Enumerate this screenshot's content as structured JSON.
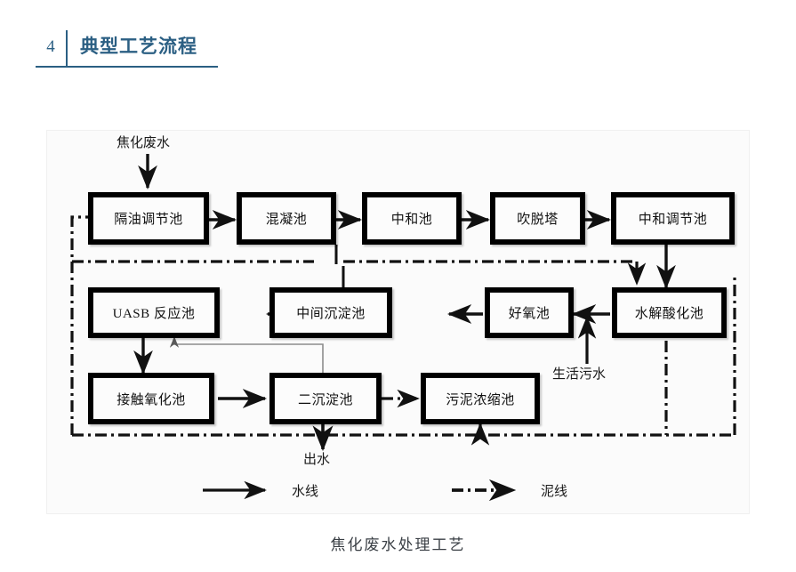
{
  "header": {
    "number": "4",
    "title": "典型工艺流程",
    "accent_color": "#2b5f83"
  },
  "figure": {
    "caption": "焦化废水处理工艺",
    "background": "#fbfbfb"
  },
  "diagram": {
    "inputs": [
      {
        "id": "influent",
        "label": "焦化废水"
      },
      {
        "id": "domestic-sewage",
        "label": "生活污水"
      }
    ],
    "outputs": [
      {
        "id": "effluent",
        "label": "出水"
      }
    ],
    "nodes": [
      {
        "id": "oil-separation-equalization",
        "label": "隔油调节池",
        "row": 1,
        "order": 1
      },
      {
        "id": "coagulation",
        "label": "混凝池",
        "row": 1,
        "order": 2
      },
      {
        "id": "neutralization",
        "label": "中和池",
        "row": 1,
        "order": 3
      },
      {
        "id": "stripping-tower",
        "label": "吹脱塔",
        "row": 1,
        "order": 4
      },
      {
        "id": "neutralization-equalization",
        "label": "中和调节池",
        "row": 1,
        "order": 5
      },
      {
        "id": "uasb-reactor",
        "label": "UASB 反应池",
        "row": 2,
        "order": 1
      },
      {
        "id": "intermediate-sedimentation",
        "label": "中间沉淀池",
        "row": 2,
        "order": 2
      },
      {
        "id": "aerobic",
        "label": "好氧池",
        "row": 2,
        "order": 3
      },
      {
        "id": "hydrolysis-acidification",
        "label": "水解酸化池",
        "row": 2,
        "order": 4
      },
      {
        "id": "contact-oxidation",
        "label": "接触氧化池",
        "row": 3,
        "order": 1
      },
      {
        "id": "secondary-sedimentation",
        "label": "二沉淀池",
        "row": 3,
        "order": 2
      },
      {
        "id": "sludge-thickener",
        "label": "污泥浓缩池",
        "row": 3,
        "order": 3
      }
    ],
    "legend": [
      {
        "id": "water-line",
        "label": "水线",
        "style": "solid"
      },
      {
        "id": "sludge-line",
        "label": "泥线",
        "style": "dash-dot"
      }
    ],
    "line_color": "#111111",
    "recycle_line_color": "#8c8c8c"
  },
  "chart_data": {
    "type": "diagram",
    "title": "焦化废水处理工艺",
    "flow_water_line": [
      "焦化废水 → 隔油调节池",
      "隔油调节池 → 混凝池",
      "混凝池 → 中和池",
      "中和池 → 吹脱塔",
      "吹脱塔 → 中和调节池",
      "中和调节池 → 水解酸化池",
      "水解酸化池 → 好氧池",
      "好氧池 → 中间沉淀池",
      "中间沉淀池 → UASB 反应池",
      "UASB 反应池 → 接触氧化池",
      "接触氧化池 → 二沉淀池",
      "二沉淀池 → 出水",
      "生活污水 → 好氧池",
      "二沉淀池 → UASB 反应池 (回流)"
    ],
    "flow_sludge_line": [
      "二沉淀池 → 污泥浓缩池",
      "中间沉淀池 ← 泥线支路",
      "水解酸化池 → 泥线干管",
      "泥线干管 → 隔油调节池",
      "污泥浓缩池 ← 泥线干管"
    ]
  }
}
